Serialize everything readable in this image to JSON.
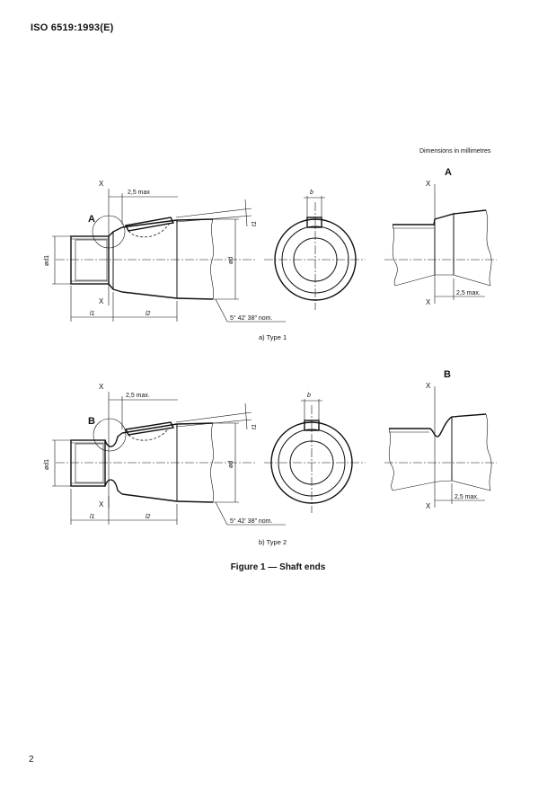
{
  "header": {
    "doc_id": "ISO 6519:1993(E)"
  },
  "dimensions_note": "Dimensions in millimetres",
  "figure": {
    "title": "Figure 1 — Shaft ends",
    "type1": {
      "caption": "a) Type 1",
      "detail_label": "A",
      "section_mark": "X",
      "label_25": "2,5 max",
      "label_l1": "l1",
      "label_l2": "l2",
      "label_dia_d1": "ød1",
      "label_dia_d": "ød",
      "label_b": "b",
      "label_t1": "t1",
      "taper": "5° 42′ 38″ nom."
    },
    "type2": {
      "caption": "b) Type 2",
      "detail_label": "B",
      "section_mark": "X",
      "label_25": "2,5 max.",
      "label_l1": "l1",
      "label_l2": "l2",
      "label_dia_d1": "ød1",
      "label_dia_d": "ød",
      "label_b": "b",
      "label_t1": "t1",
      "taper": "5° 42′ 38″ nom."
    },
    "detail_a": {
      "title": "A",
      "label_25": "2,5 max.",
      "section_mark": "X"
    },
    "detail_b": {
      "title": "B",
      "label_25": "2,5 max.",
      "section_mark": "X"
    }
  },
  "page_number": "2"
}
